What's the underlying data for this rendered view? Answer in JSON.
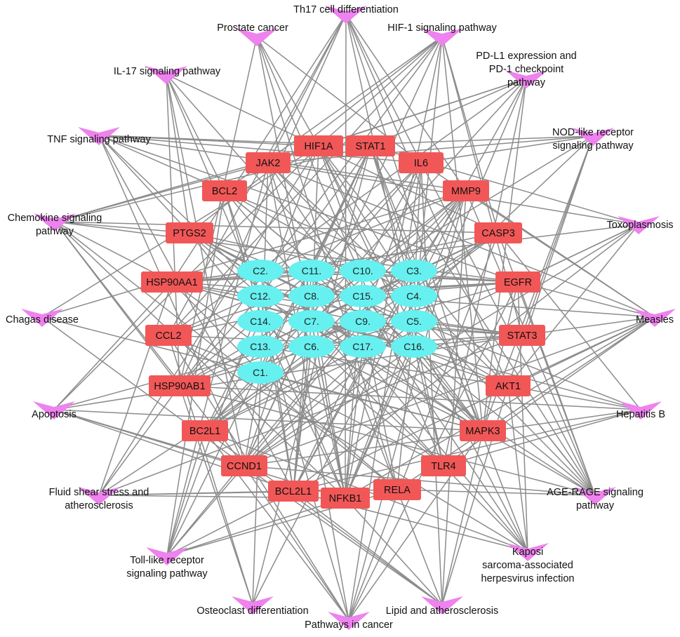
{
  "colors": {
    "edge": "#8c8c8c",
    "pathway": "#ee82ee",
    "target": "#f25757",
    "compound": "#66f0f0"
  },
  "pathways": [
    {
      "id": "p_th17",
      "lines": [
        "Th17 cell differentiation"
      ]
    },
    {
      "id": "p_prostate",
      "lines": [
        "Prostate cancer"
      ]
    },
    {
      "id": "p_hif1",
      "lines": [
        "HIF-1 signaling pathway"
      ]
    },
    {
      "id": "p_pdl1",
      "lines": [
        "PD-L1 expression and",
        "PD-1 checkpoint",
        "pathway"
      ]
    },
    {
      "id": "p_il17",
      "lines": [
        "IL-17 signaling pathway"
      ]
    },
    {
      "id": "p_nod",
      "lines": [
        "NOD-like receptor",
        "signaling pathway"
      ]
    },
    {
      "id": "p_tnf",
      "lines": [
        "TNF signaling pathway"
      ]
    },
    {
      "id": "p_chemokine",
      "lines": [
        "Chemokine signaling",
        "pathway"
      ]
    },
    {
      "id": "p_toxo",
      "lines": [
        "Toxoplasmosis"
      ]
    },
    {
      "id": "p_chagas",
      "lines": [
        "Chagas disease"
      ]
    },
    {
      "id": "p_measles",
      "lines": [
        "Measles"
      ]
    },
    {
      "id": "p_apoptosis",
      "lines": [
        "Apoptosis"
      ]
    },
    {
      "id": "p_hepb",
      "lines": [
        "Hepatitis B"
      ]
    },
    {
      "id": "p_fluid",
      "lines": [
        "Fluid shear stress and",
        "atherosclerosis"
      ]
    },
    {
      "id": "p_age",
      "lines": [
        "AGE-RAGE signaling",
        "pathway"
      ]
    },
    {
      "id": "p_toll",
      "lines": [
        "Toll-like receptor",
        "signaling pathway"
      ]
    },
    {
      "id": "p_kaposi",
      "lines": [
        "Kaposi",
        "sarcoma-associated",
        "herpesvirus infection"
      ]
    },
    {
      "id": "p_osteo",
      "lines": [
        "Osteoclast differentiation"
      ]
    },
    {
      "id": "p_lipid",
      "lines": [
        "Lipid and atherosclerosis"
      ]
    },
    {
      "id": "p_cancer",
      "lines": [
        "Pathways in cancer"
      ]
    }
  ],
  "targets": [
    {
      "id": "t_hif1a",
      "label": "HIF1A"
    },
    {
      "id": "t_stat1",
      "label": "STAT1"
    },
    {
      "id": "t_jak2",
      "label": "JAK2"
    },
    {
      "id": "t_il6",
      "label": "IL6"
    },
    {
      "id": "t_bcl2",
      "label": "BCL2"
    },
    {
      "id": "t_mmp9",
      "label": "MMP9"
    },
    {
      "id": "t_ptgs2",
      "label": "PTGS2"
    },
    {
      "id": "t_casp3",
      "label": "CASP3"
    },
    {
      "id": "t_hsp90aa1",
      "label": "HSP90AA1"
    },
    {
      "id": "t_egfr",
      "label": "EGFR"
    },
    {
      "id": "t_ccl2",
      "label": "CCL2"
    },
    {
      "id": "t_stat3",
      "label": "STAT3"
    },
    {
      "id": "t_hsp90ab1",
      "label": "HSP90AB1"
    },
    {
      "id": "t_akt1",
      "label": "AKT1"
    },
    {
      "id": "t_bc2l1",
      "label": "BC2L1"
    },
    {
      "id": "t_mapk3",
      "label": "MAPK3"
    },
    {
      "id": "t_ccnd1",
      "label": "CCND1"
    },
    {
      "id": "t_tlr4",
      "label": "TLR4"
    },
    {
      "id": "t_bcl2l1",
      "label": "BCL2L1"
    },
    {
      "id": "t_rela",
      "label": "RELA"
    },
    {
      "id": "t_nfkb1",
      "label": "NFKB1"
    }
  ],
  "compounds": [
    {
      "id": "c2",
      "label": "C2."
    },
    {
      "id": "c11",
      "label": "C11."
    },
    {
      "id": "c10",
      "label": "C10."
    },
    {
      "id": "c3",
      "label": "C3."
    },
    {
      "id": "c12",
      "label": "C12."
    },
    {
      "id": "c8",
      "label": "C8."
    },
    {
      "id": "c15",
      "label": "C15."
    },
    {
      "id": "c4",
      "label": "C4."
    },
    {
      "id": "c14",
      "label": "C14."
    },
    {
      "id": "c7",
      "label": "C7."
    },
    {
      "id": "c9",
      "label": "C9."
    },
    {
      "id": "c5",
      "label": "C5."
    },
    {
      "id": "c13",
      "label": "C13."
    },
    {
      "id": "c6",
      "label": "C6."
    },
    {
      "id": "c17",
      "label": "C17."
    },
    {
      "id": "c16",
      "label": "C16."
    },
    {
      "id": "c1",
      "label": "C1."
    }
  ]
}
